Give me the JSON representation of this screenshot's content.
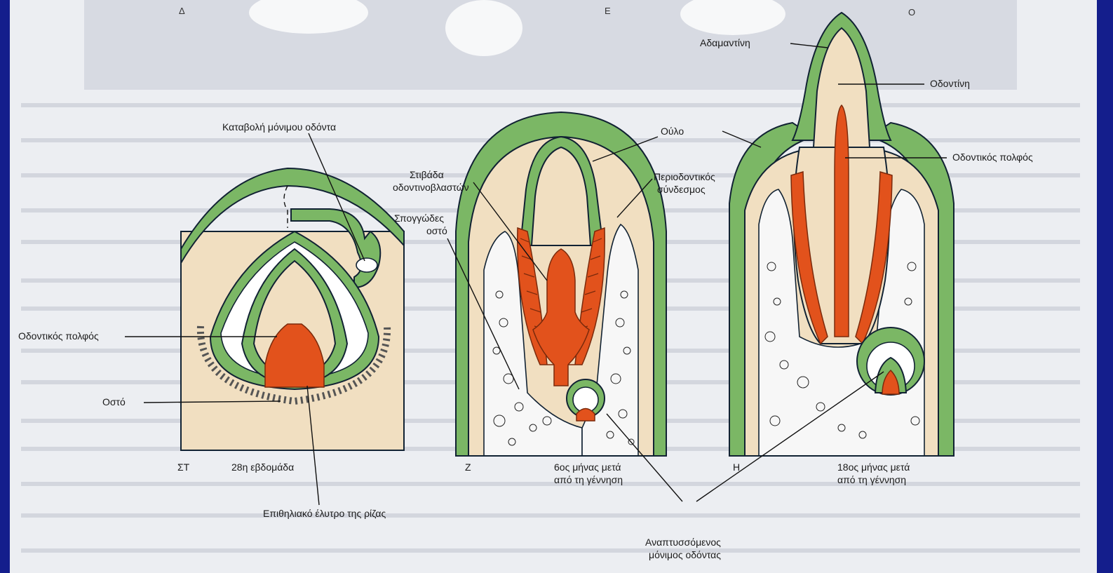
{
  "header_labels": {
    "d": "Δ",
    "e": "Ε",
    "fragment": "Ο"
  },
  "panel_st": {
    "stage": "ΣΤ",
    "time": "28η εβδομάδα",
    "labels": {
      "permanent_bud": "Καταβολή μόνιμου οδόντα",
      "pulp": "Οδοντικός πολφός",
      "bone": "Οστό",
      "root_sheath": "Επιθηλιακό έλυτρο της ρίζας"
    }
  },
  "panel_z": {
    "stage": "Ζ",
    "time_line1": "6ος μήνας μετά",
    "time_line2": "από τη γέννηση",
    "labels": {
      "gum": "Ούλο",
      "odontoblast_line1": "Στιβάδα",
      "odontoblast_line2": "οδοντινοβλαστών",
      "spongy_line1": "Σπογγώδες",
      "spongy_line2": "οστό",
      "periodontal_line1": "Περιοδοντικός",
      "periodontal_line2": "σύνδεσμος"
    }
  },
  "panel_h": {
    "stage": "Η",
    "time_line1": "18ος μήνας μετά",
    "time_line2": "από τη γέννηση",
    "labels": {
      "enamel": "Αδαμαντίνη",
      "dentin": "Οδοντίνη",
      "pulp": "Οδοντικός πολφός"
    }
  },
  "shared": {
    "developing_line1": "Αναπτυσσόμενος",
    "developing_line2": "μόνιμος οδόντας"
  },
  "colors": {
    "background": "#141e8c",
    "page": "#eceef2",
    "gum": "#7bb765",
    "pulp": "#e2521c",
    "tissue": "#f1dfc1"
  }
}
